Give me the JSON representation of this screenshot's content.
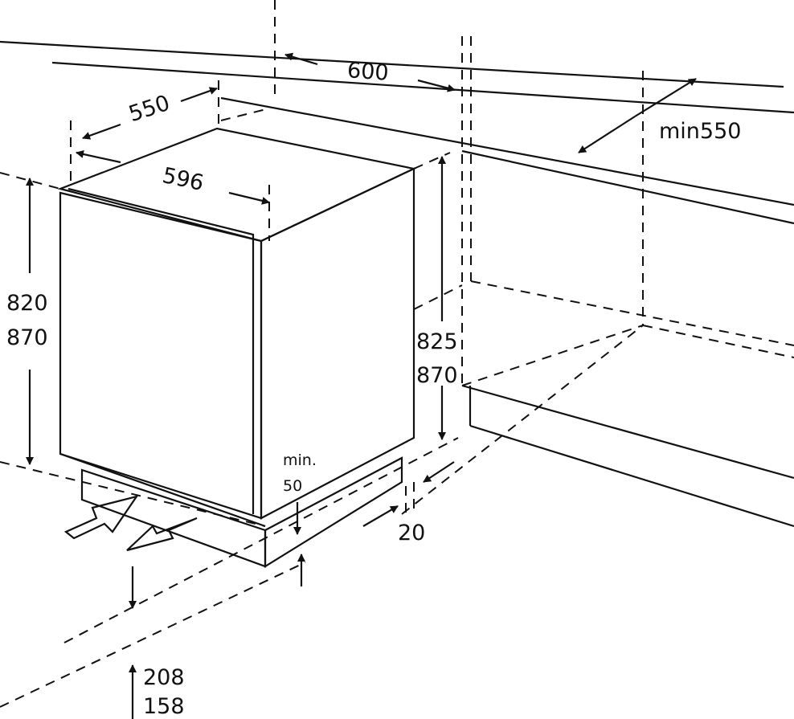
{
  "title": "Built-under fridge installation dimensions",
  "labels": {
    "niche_width": "600",
    "niche_depth": "min550",
    "depth": "550",
    "width": "596",
    "height_front_1": "820",
    "height_front_2": "870",
    "height_side_1": "825",
    "height_side_2": "870",
    "vent_gap_1": "min.",
    "vent_gap_2": "50",
    "side_gap": "20",
    "plinth_1": "208",
    "plinth_2": "158"
  },
  "colors": {
    "line": "#111111",
    "background": "#ffffff"
  }
}
